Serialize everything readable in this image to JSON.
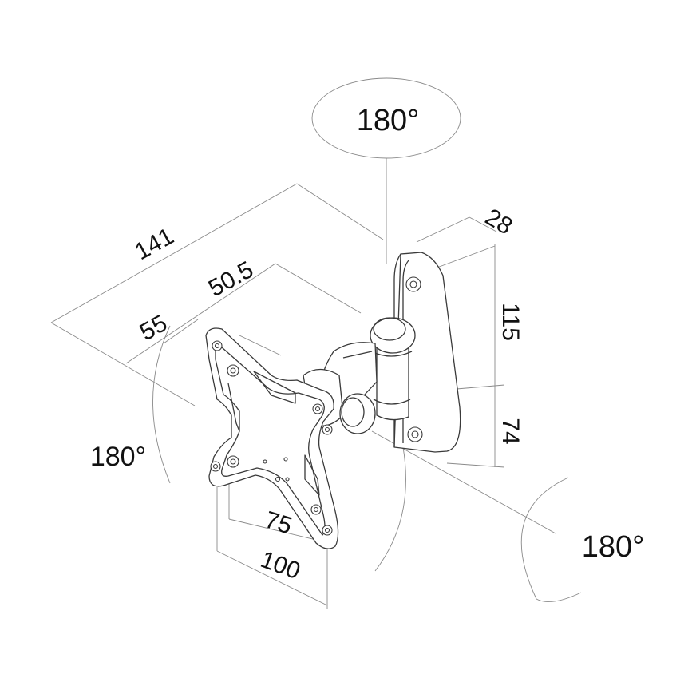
{
  "rotation_labels": {
    "top": "180°",
    "left": "180°",
    "right": "180°"
  },
  "dimensions": {
    "overall_depth": "141",
    "arm_segment": "50.5",
    "plate_offset": "55",
    "plate_thickness": "28",
    "plate_upper_height": "115",
    "plate_lower_height": "74",
    "vesa_small": "75",
    "vesa_large": "100"
  },
  "colors": {
    "line": "#3a3a3a",
    "dimension_line": "#8a8a8a",
    "text": "#111111",
    "background": "#ffffff"
  }
}
